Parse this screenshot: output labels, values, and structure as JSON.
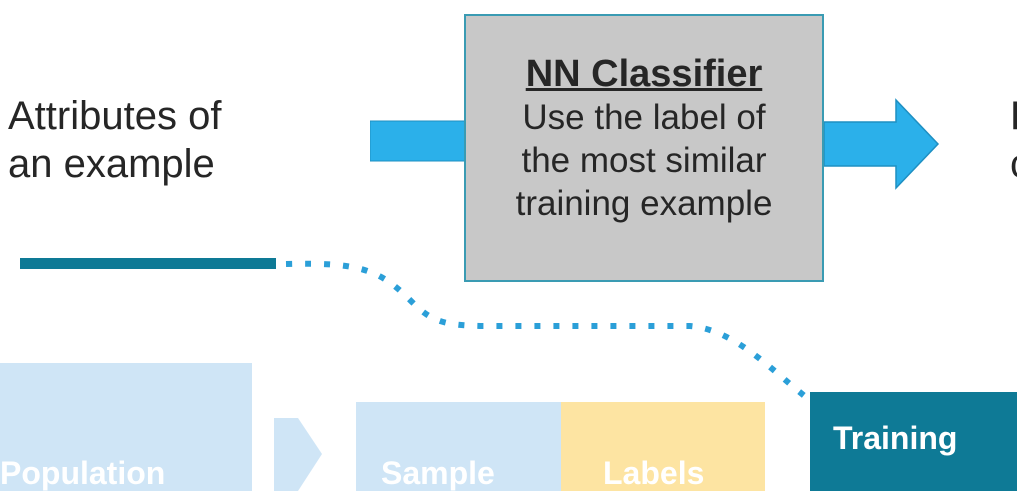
{
  "input": {
    "line1": "Attributes of",
    "line2": "an example"
  },
  "classifier": {
    "title": "NN Classifier",
    "desc_line1": "Use the label of",
    "desc_line2": "the most similar",
    "desc_line3": "training example"
  },
  "output": {
    "line1": "P",
    "line2": "c"
  },
  "pipeline": {
    "population": "Population",
    "sample": "Sample",
    "labels": "Labels",
    "training": "Training"
  },
  "colors": {
    "arrow": "#2bb0ea",
    "teal": "#0e7a96",
    "box_gray": "#c8c8c8",
    "light_blue": "#cfe5f6",
    "light_yellow": "#fde4a2"
  }
}
